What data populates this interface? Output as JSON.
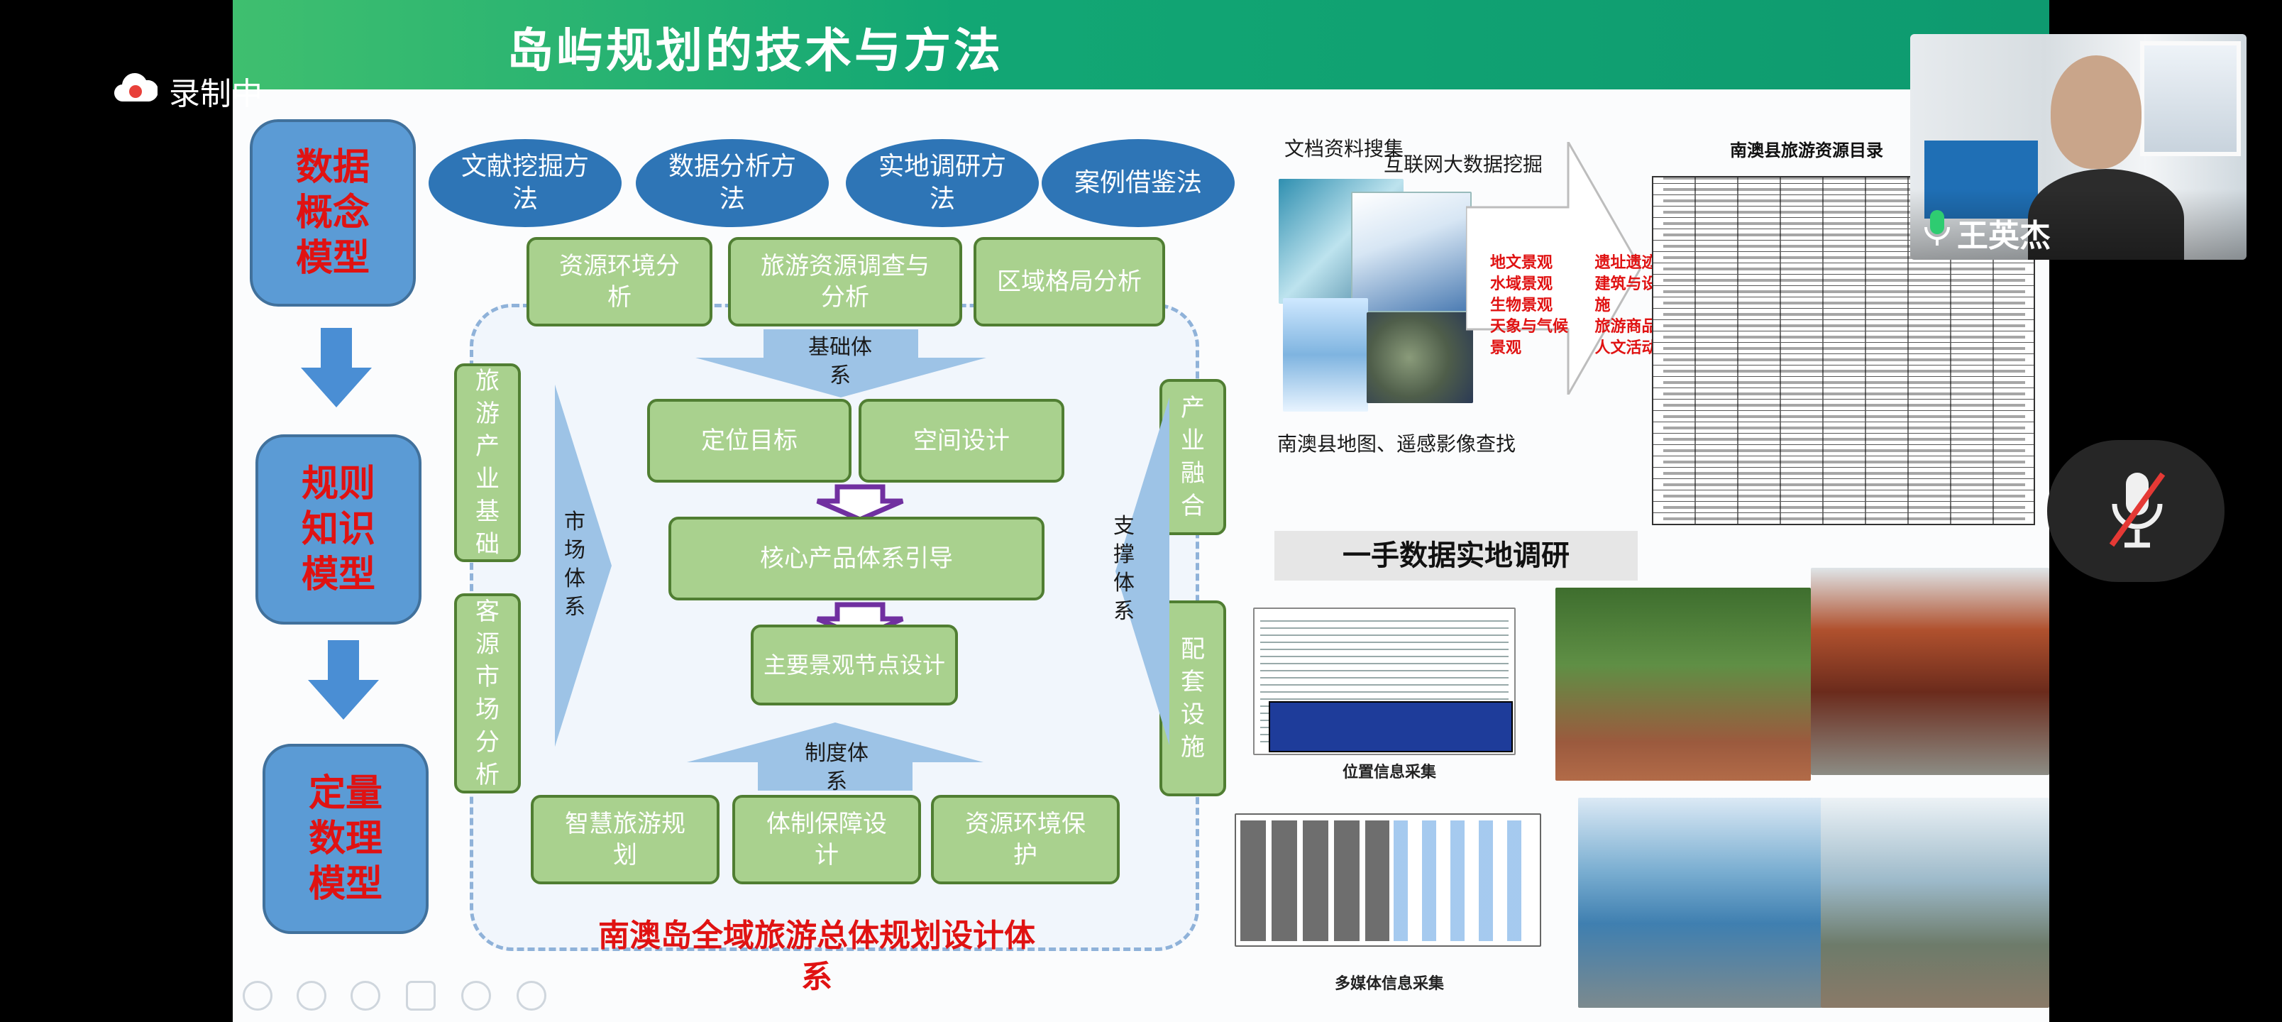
{
  "recording": {
    "label": "录制中"
  },
  "slide": {
    "title": "岛屿规划的技术与方法",
    "left_models": [
      "数据概念模型",
      "规则知识模型",
      "定量数理模型"
    ],
    "methods": [
      "文献挖掘方法",
      "数据分析方法",
      "实地调研方法",
      "案例借鉴法"
    ],
    "top_analysis": [
      "资源环境分析",
      "旅游资源调查与分析",
      "区域格局分析"
    ],
    "base_system": "基础体系",
    "core": [
      "定位目标",
      "空间设计",
      "核心产品体系引导",
      "主要景观节点设计"
    ],
    "institution_system": "制度体系",
    "bottom_boxes": [
      "智慧旅游规划",
      "体制保障设计",
      "资源环境保护"
    ],
    "left_vertical": [
      "旅游产业基础",
      "客源市场分析"
    ],
    "right_vertical": [
      "产业融合",
      "配套设施"
    ],
    "market_system": "市场体系",
    "support_system": "支撑体系",
    "framework_caption": "南澳岛全域旅游总体规划设计体系",
    "right_panel": {
      "doc_search": "文档资料搜集",
      "internet_mining": "互联网大数据挖掘",
      "map_search": "南澳县地图、遥感影像查找",
      "resource_catalog_title": "南澳县旅游资源目录",
      "landscape_types": [
        "地文景观",
        "水域景观",
        "生物景观",
        "天象与气候景观",
        "遗址遗迹",
        "建筑与设施",
        "旅游商品",
        "人文活动"
      ],
      "field_title": "一手数据实地调研",
      "location_caption": "位置信息采集",
      "media_caption": "多媒体信息采集"
    }
  },
  "participant": {
    "name": "王英杰"
  },
  "colors": {
    "title_green": "#12a774",
    "blue_box": "#5b9bd5",
    "oval_blue": "#2e75b6",
    "green_box": "#a9d18e",
    "red_text": "#e01212"
  }
}
